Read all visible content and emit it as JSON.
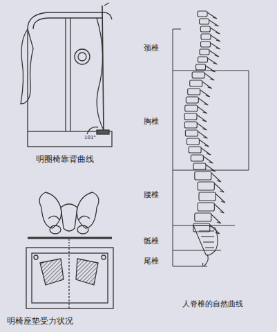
{
  "diagram": {
    "labels": [
      "明圈椅靠背曲线",
      "101°",
      "明椅座垫受力状况",
      "颈椎",
      "胸椎",
      "腰椎",
      "骶椎",
      "尾椎",
      "人脊椎的自然曲线"
    ]
  }
}
